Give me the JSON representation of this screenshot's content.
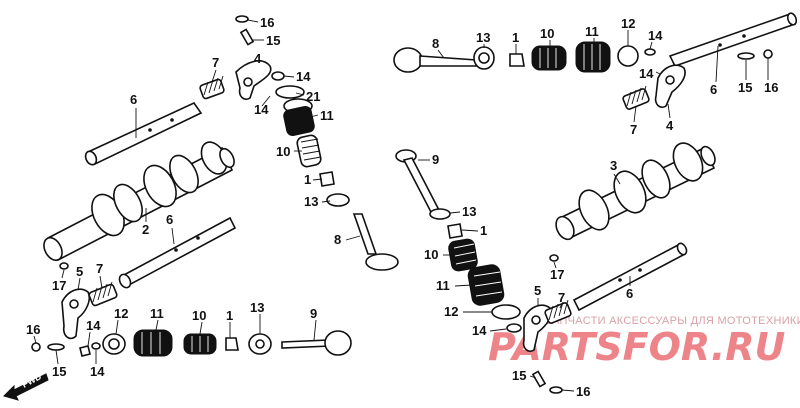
{
  "watermark": {
    "tagline": "ЗАПЧАСТИ АКСЕССУАРЫ ДЛЯ МОТОТЕХНИКИ",
    "brand": "PARTSFOR.RU"
  },
  "direction_marker": {
    "label": "FWD"
  },
  "callouts": {
    "tl_16": "16",
    "tl_15": "15",
    "tl_4": "4",
    "tl_7": "7",
    "tl_14a": "14",
    "tl_14b": "14",
    "tl_21": "21",
    "tl_11": "11",
    "tl_10": "10",
    "tl_1": "1",
    "tl_13": "13",
    "tl_8": "8",
    "tl_6": "6",
    "tl_2": "2",
    "tr_8": "8",
    "tr_13": "13",
    "tr_1": "1",
    "tr_10": "10",
    "tr_11": "11",
    "tr_12": "12",
    "tr_14a": "14",
    "tr_14b": "14",
    "tr_6": "6",
    "tr_15": "15",
    "tr_16": "16",
    "tr_7": "7",
    "tr_4": "4",
    "mr_9": "9",
    "mr_13": "13",
    "mr_1": "1",
    "mr_10": "10",
    "mr_11": "11",
    "mr_12": "12",
    "mr_14": "14",
    "mr_5": "5",
    "mr_7": "7",
    "mr_17": "17",
    "mr_6": "6",
    "mr_15": "15",
    "mr_16": "16",
    "mr_3": "3",
    "bl_6": "6",
    "bl_17": "17",
    "bl_5": "5",
    "bl_7": "7",
    "bl_16": "16",
    "bl_14a": "14",
    "bl_14b": "14",
    "bl_12": "12",
    "bl_11": "11",
    "bl_10": "10",
    "bl_1": "1",
    "bl_13": "13",
    "bl_9": "9",
    "bl_15": "15"
  }
}
